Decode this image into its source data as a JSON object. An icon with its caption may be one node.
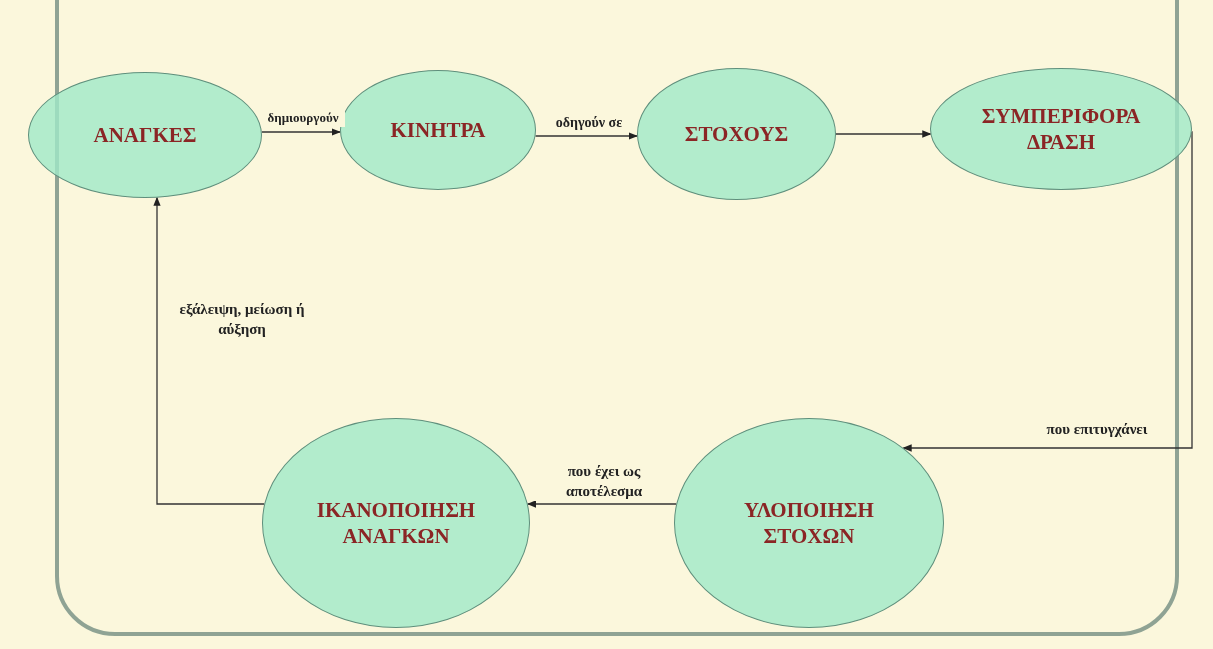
{
  "diagram": {
    "nodes": [
      {
        "text": [
          "ΑΝΑΓΚΕΣ"
        ]
      },
      {
        "text": [
          "ΚΙΝΗΤΡΑ"
        ]
      },
      {
        "text": [
          "ΣΤΟΧΟΥΣ"
        ]
      },
      {
        "text": [
          "ΣΥΜΠΕΡΙΦΟΡΑ ΔΡΑΣΗ"
        ]
      },
      {
        "text": [
          "ΙΚΑΝΟΠΟΙΗΣΗ ΑΝΑΓΚΩΝ"
        ]
      },
      {
        "text": [
          "ΥΛΟΠΟΙΗΣΗ ΣΤΟΧΩΝ"
        ]
      }
    ],
    "edges": [
      {
        "from": 0,
        "to": 1,
        "arrow": "to",
        "label": "δημιουργούν"
      },
      {
        "from": 1,
        "to": 2,
        "arrow": "to",
        "label": "οδηγούν σε"
      },
      {
        "from": 2,
        "to": 3,
        "arrow": "to"
      },
      {
        "from": 3,
        "to": 5,
        "arrow": "to",
        "label": "που επιτυγχάνει"
      },
      {
        "from": 5,
        "to": 4,
        "arrow": "to",
        "label": "που έχει ως αποτέλεσμα"
      },
      {
        "from": 4,
        "to": 0,
        "arrow": "to",
        "label": "εξάλειψη, μείωση ή αύξηση"
      }
    ]
  }
}
